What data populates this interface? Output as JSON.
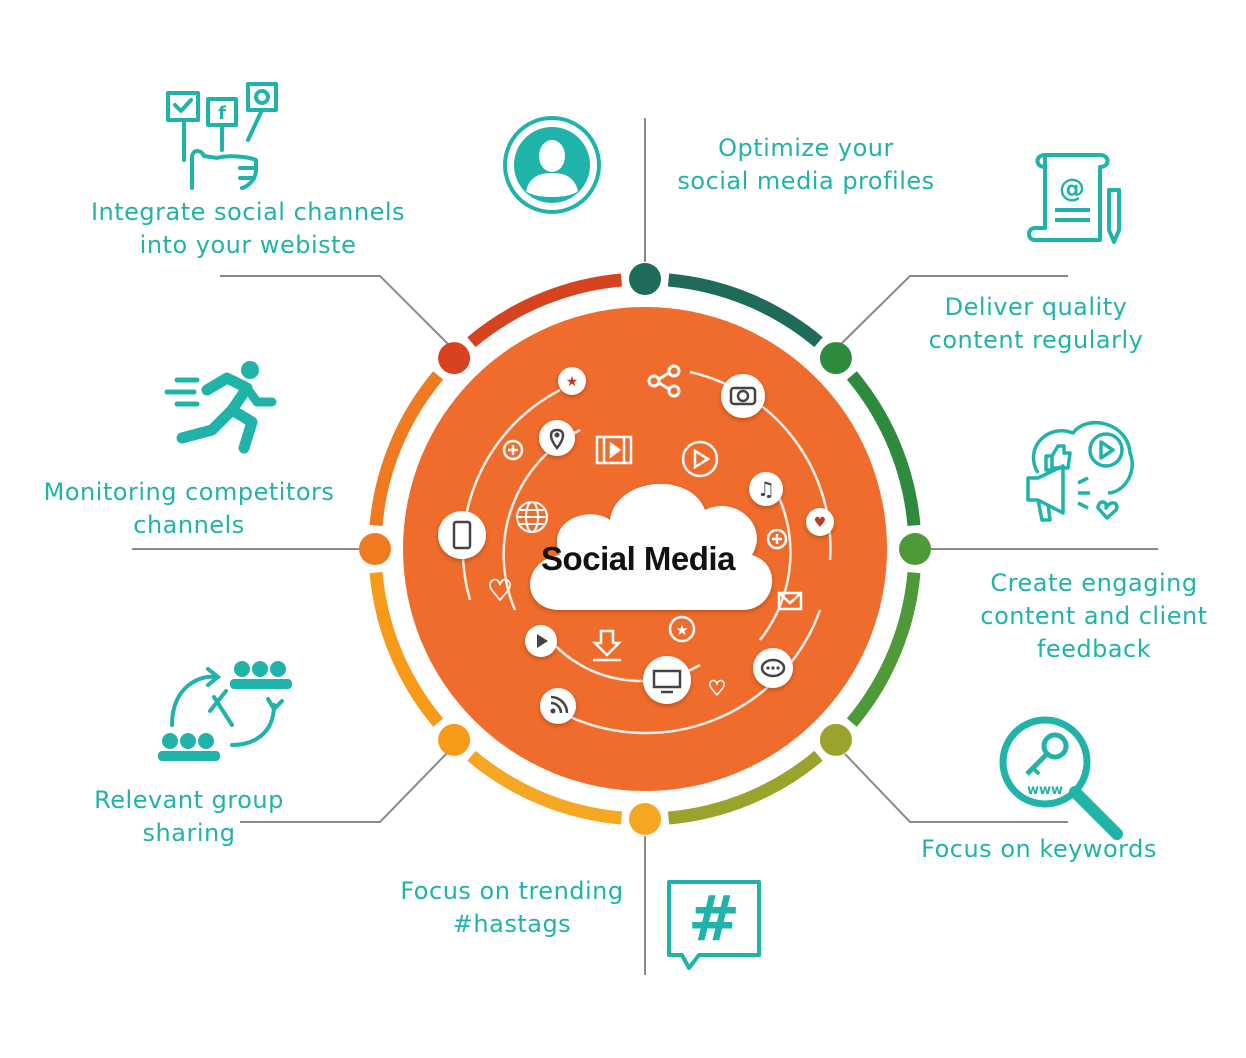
{
  "center": {
    "title": "Social Media"
  },
  "items": [
    {
      "id": "profiles",
      "lines": [
        "Optimize your",
        "social media profiles"
      ],
      "icon": "user-profile-icon",
      "dot_color": "#1d6b58"
    },
    {
      "id": "content",
      "lines": [
        "Deliver quality",
        "content regularly"
      ],
      "icon": "email-document-icon",
      "dot_color": "#2e8b3e"
    },
    {
      "id": "engaging",
      "lines": [
        "Create engaging",
        "content and client",
        "feedback"
      ],
      "icon": "megaphone-like-icon",
      "dot_color": "#4f9a38"
    },
    {
      "id": "keywords",
      "lines": [
        "Focus on keywords"
      ],
      "icon": "keyword-search-icon",
      "dot_color": "#9aa32b"
    },
    {
      "id": "hashtags",
      "lines": [
        "Focus on trending",
        "#hastags"
      ],
      "icon": "hashtag-chat-icon",
      "dot_color": "#f5a623"
    },
    {
      "id": "groups",
      "lines": [
        "Relevant group",
        "sharing"
      ],
      "icon": "group-sharing-icon",
      "dot_color": "#f79a1a"
    },
    {
      "id": "competitors",
      "lines": [
        "Monitoring competitors",
        "channels"
      ],
      "icon": "running-person-icon",
      "dot_color": "#f07a1f"
    },
    {
      "id": "integrate",
      "lines": [
        "Integrate social channels",
        "into your webiste"
      ],
      "icon": "social-signs-icon",
      "dot_color": "#d8431f"
    }
  ],
  "colors": {
    "teal": "#1fb3aa",
    "center_fill": "#ef6c2c",
    "line_gray": "#8a8a8a"
  }
}
